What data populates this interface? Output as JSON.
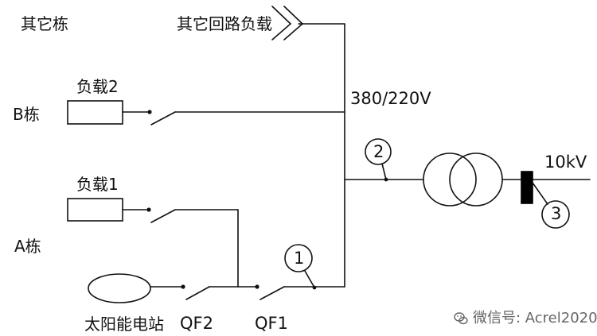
{
  "labels": {
    "other_building": "其它栋",
    "other_loads": "其它回路负载",
    "building_b": "B栋",
    "load_2": "负载2",
    "voltage": "380/220V",
    "building_a": "A栋",
    "load_1": "负载1",
    "hv_voltage": "10kV",
    "solar_station": "太阳能电站",
    "breaker_qf2": "QF2",
    "breaker_qf1": "QF1",
    "marker_1": "1",
    "marker_2": "2",
    "marker_3": "3"
  },
  "watermark": {
    "text": "微信号: Acrel2020",
    "icon": "wechat-icon"
  },
  "colors": {
    "line": "#111111",
    "breaker_block": "#000000",
    "watermark": "#666666"
  }
}
